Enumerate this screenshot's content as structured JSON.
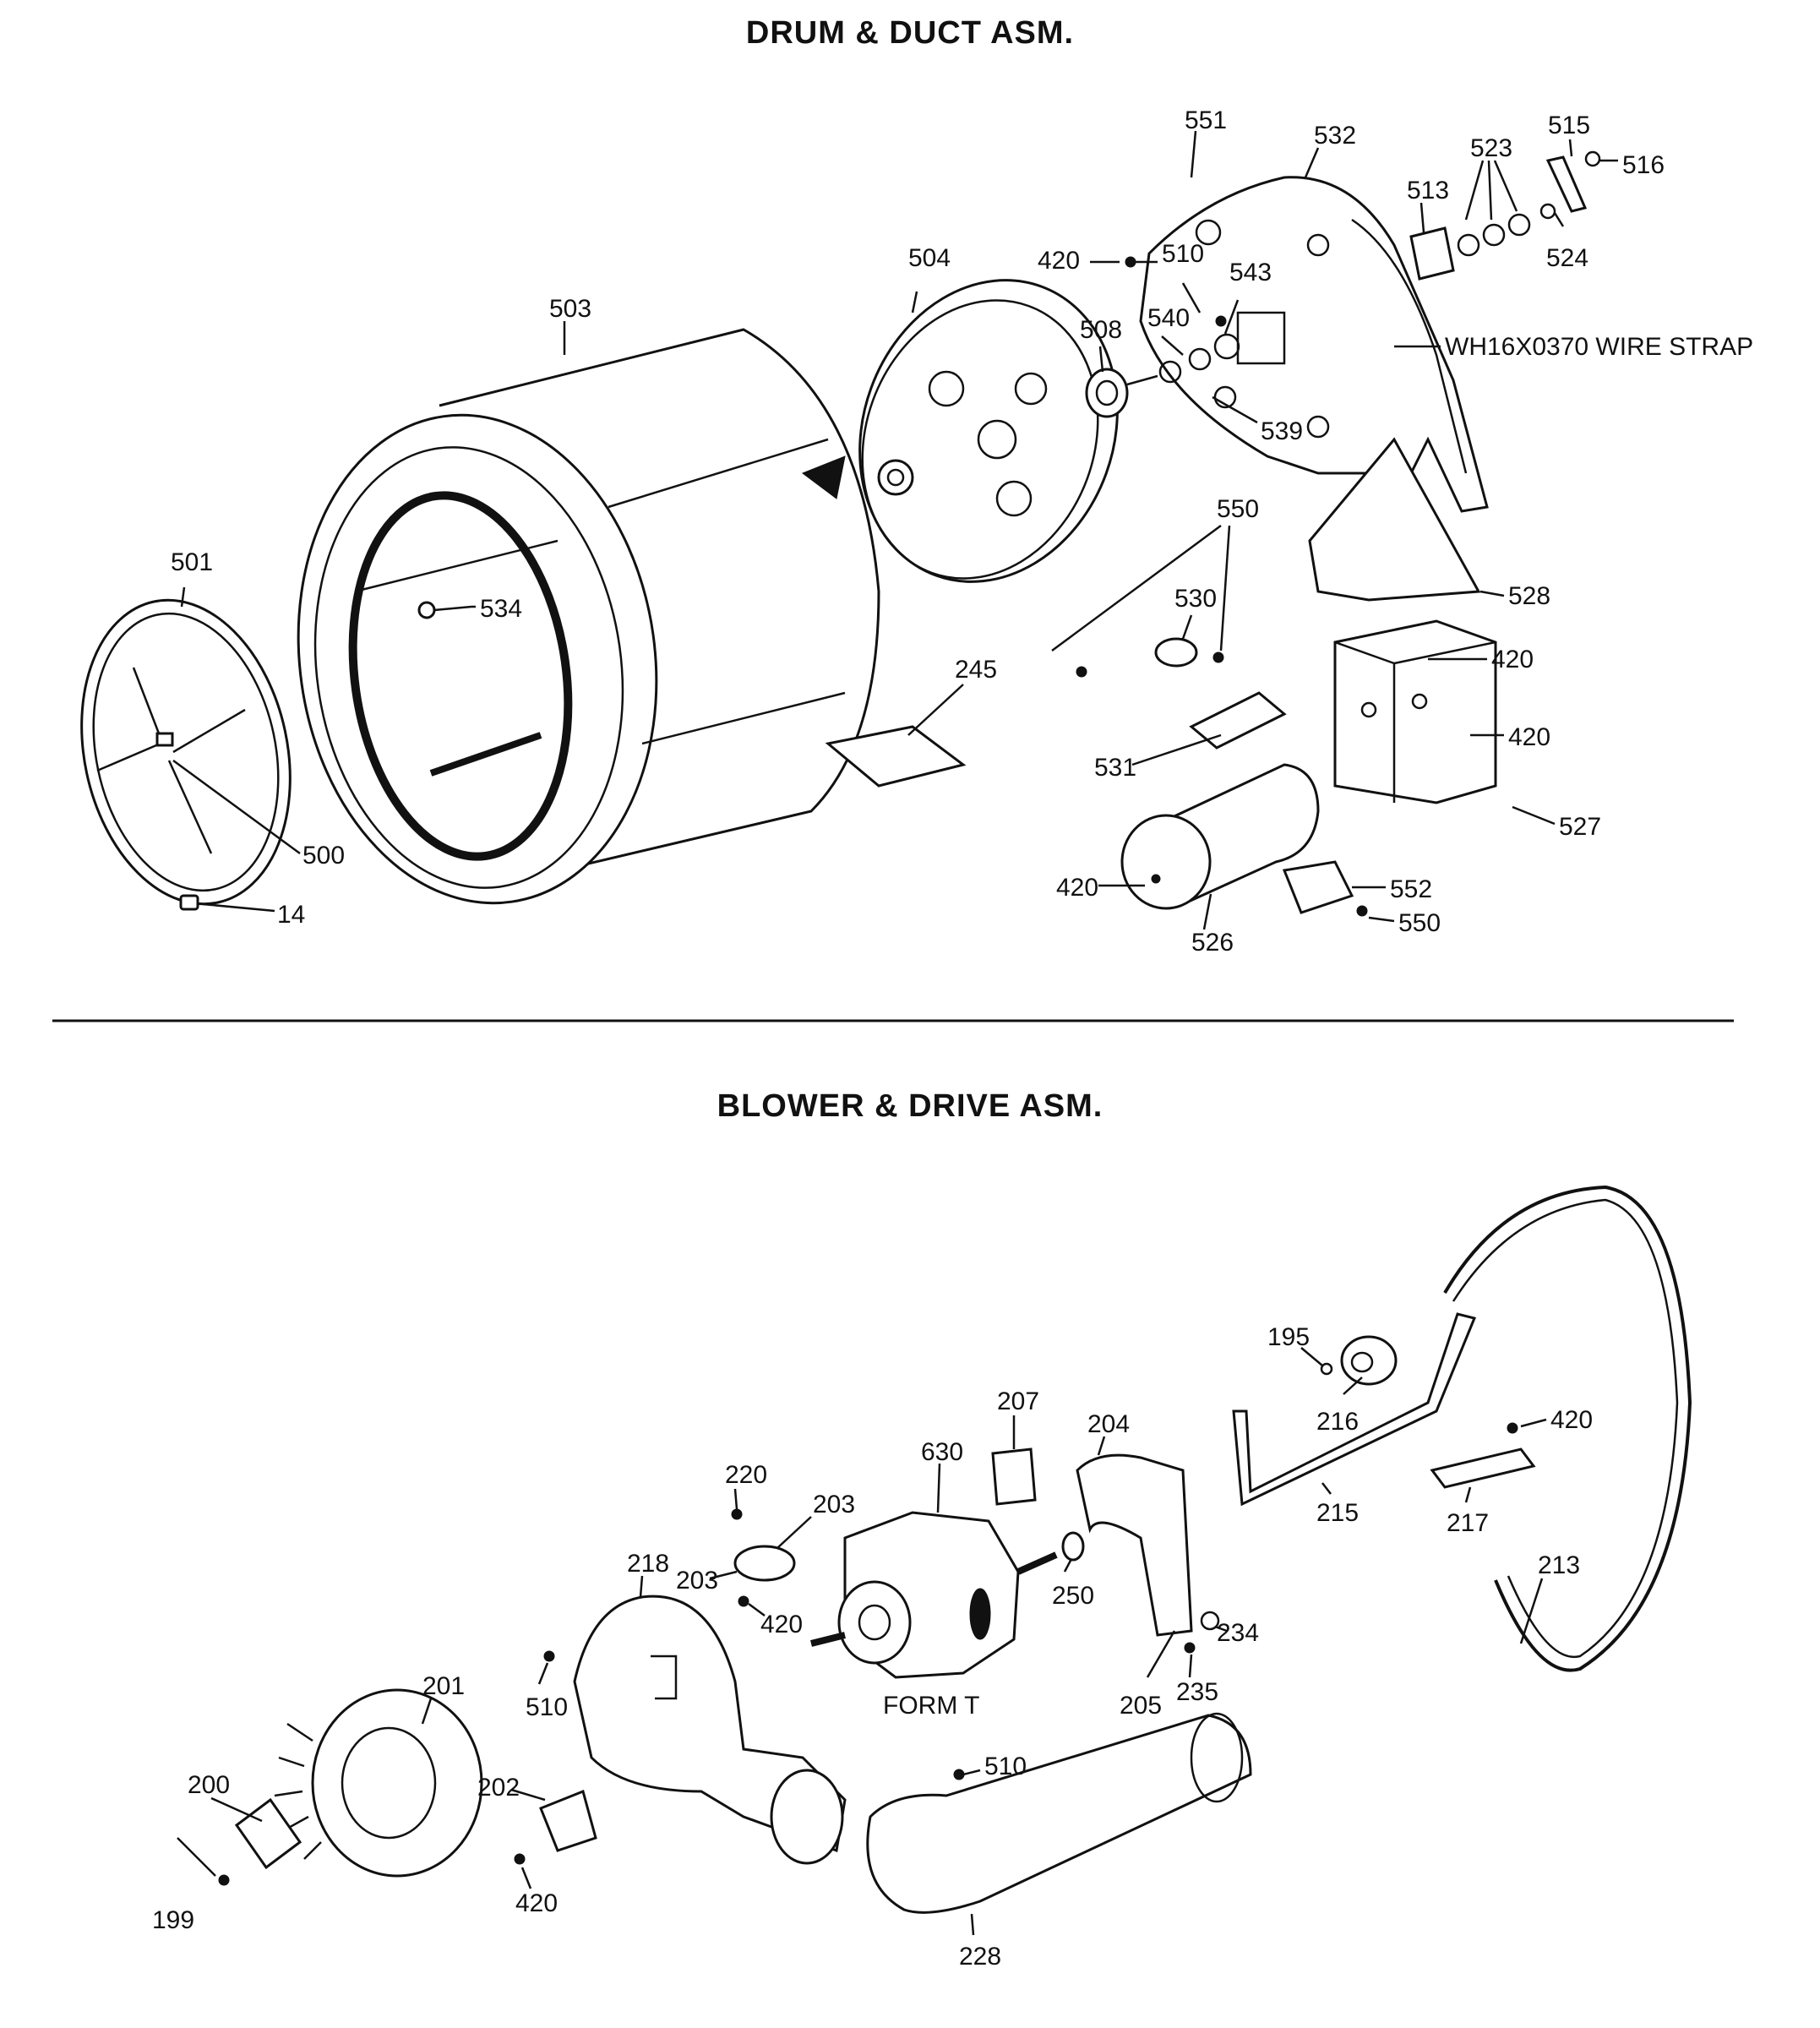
{
  "sections": {
    "drum_duct_title": "DRUM & DUCT ASM.",
    "blower_drive_title": "BLOWER & DRIVE ASM."
  },
  "labels": {
    "l551": "551",
    "l532": "532",
    "l515": "515",
    "l523": "523",
    "l516": "516",
    "l513": "513",
    "l524": "524",
    "l420a": "420",
    "l510a": "510",
    "l543": "543",
    "l504": "504",
    "l503": "503",
    "l540": "540",
    "l508": "508",
    "l539": "539",
    "wire_strap": "WH16X0370 WIRE STRAP",
    "l550a": "550",
    "l530": "530",
    "l528": "528",
    "l501": "501",
    "l534": "534",
    "l245": "245",
    "l420b": "420",
    "l420c": "420",
    "l531": "531",
    "l527": "527",
    "l500": "500",
    "l420d": "420",
    "l552": "552",
    "l14": "14",
    "l550b": "550",
    "l526": "526",
    "l195": "195",
    "l207": "207",
    "l216": "216",
    "l420e": "420",
    "l204": "204",
    "l630": "630",
    "l220": "220",
    "l203a": "203",
    "l215": "215",
    "l217": "217",
    "l213": "213",
    "l218": "218",
    "l203b": "203",
    "l250": "250",
    "l420f": "420",
    "l234": "234",
    "form_t": "FORM T",
    "l510b": "510",
    "l201": "201",
    "l205": "205",
    "l235": "235",
    "l510c": "510",
    "l200": "200",
    "l202": "202",
    "l420g": "420",
    "l199": "199",
    "l228": "228"
  }
}
